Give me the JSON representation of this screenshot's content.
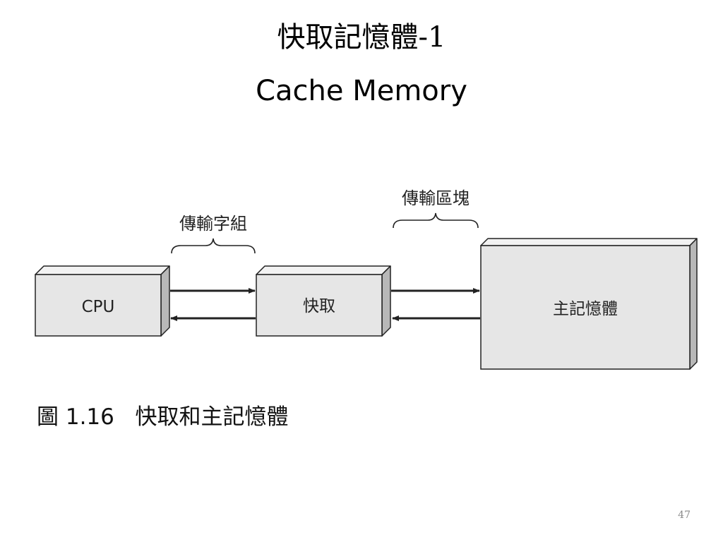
{
  "slide": {
    "title_line1": "快取記憶體-1",
    "title_line2": "Cache Memory",
    "caption": "圖 1.16   快取和主記憶體",
    "page_number": "47"
  },
  "diagram": {
    "nodes": {
      "cpu": "CPU",
      "cache": "快取",
      "main_memory": "主記憶體"
    },
    "annotations": {
      "word_transfer": "傳輸字組",
      "block_transfer": "傳輸區塊"
    }
  },
  "colors": {
    "box_front": "#e6e6e6",
    "box_top": "#f2f2f2",
    "box_side": "#b8b8b8",
    "stroke": "#222222"
  }
}
